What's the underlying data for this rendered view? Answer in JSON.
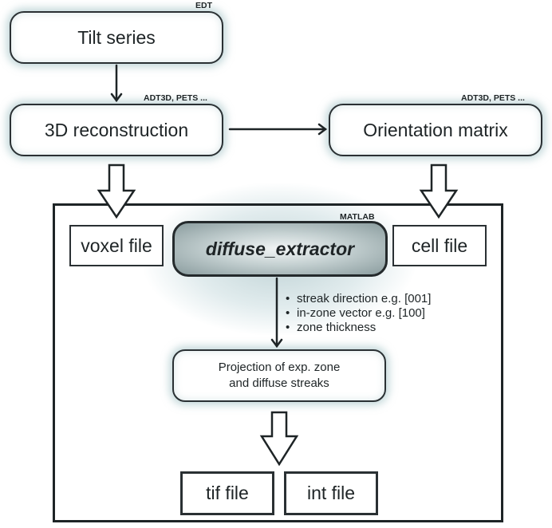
{
  "nodes": {
    "tilt_series": {
      "label": "Tilt series",
      "tag": "EDT"
    },
    "reconstruction": {
      "label": "3D reconstruction",
      "tag": "ADT3D, PETS ..."
    },
    "orientation": {
      "label": "Orientation matrix",
      "tag": "ADT3D, PETS ..."
    },
    "voxel_file": {
      "label": "voxel file"
    },
    "extractor": {
      "label": "diffuse_extractor",
      "tag": "MATLAB"
    },
    "cell_file": {
      "label": "cell file"
    },
    "projection": {
      "label_line1": "Projection of exp. zone",
      "label_line2": "and diffuse streaks"
    },
    "tif_file": {
      "label": "tif file"
    },
    "int_file": {
      "label": "int file"
    }
  },
  "parameters": [
    "streak direction e.g. [001]",
    "in-zone vector e.g. [100]",
    "zone thickness"
  ],
  "colors": {
    "stroke": "#1e2426",
    "glow": "#a8c4c8",
    "extractor_fill": "#8a9c9e"
  }
}
